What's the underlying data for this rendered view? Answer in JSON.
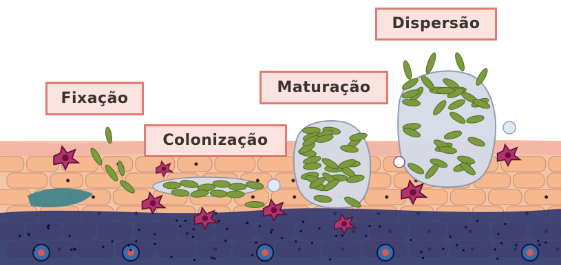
{
  "stages": [
    {
      "key": "fixacao",
      "label": "Fixação"
    },
    {
      "key": "colonizacao",
      "label": "Colonização"
    },
    {
      "key": "maturacao",
      "label": "Maturação"
    },
    {
      "key": "dispersao",
      "label": "Dispersão"
    }
  ],
  "colors": {
    "label_fill": "#fbe3df",
    "label_border": "#e07a72",
    "label_text": "#3b3232",
    "bacteria": "#7c9a3e",
    "bacteria_outline": "#4f6b22",
    "matrix": "#d7dde8",
    "tissue_cell": "#f6b98f",
    "immune_cell": "#b3336e",
    "basement": "#1d2a63"
  }
}
